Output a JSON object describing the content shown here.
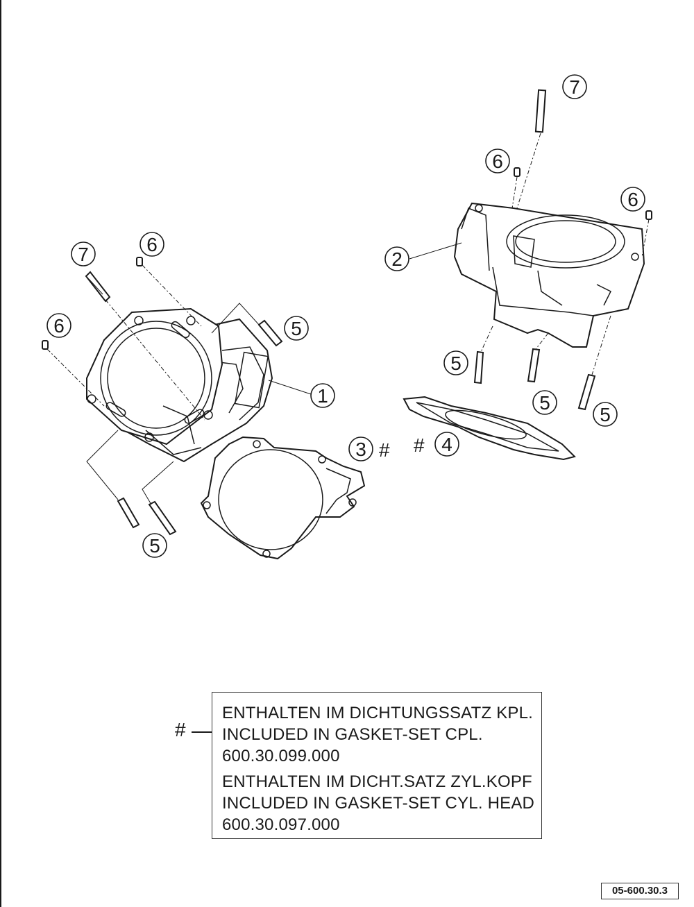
{
  "callouts": {
    "c1": "1",
    "c2": "2",
    "c3": "3",
    "c4": "4",
    "c5": "5",
    "c6": "6",
    "c7": "7"
  },
  "hash_mark": "#",
  "legend": {
    "hash": "#",
    "groups": [
      {
        "lines": [
          "ENTHALTEN IM DICHTUNGSSATZ KPL.",
          "INCLUDED IN GASKET-SET CPL.",
          "600.30.099.000"
        ]
      },
      {
        "lines": [
          "ENTHALTEN IM DICHT.SATZ ZYL.KOPF",
          "INCLUDED IN GASKET-SET CYL. HEAD",
          "600.30.097.000"
        ]
      }
    ]
  },
  "drawing_number": "05-600.30.3"
}
